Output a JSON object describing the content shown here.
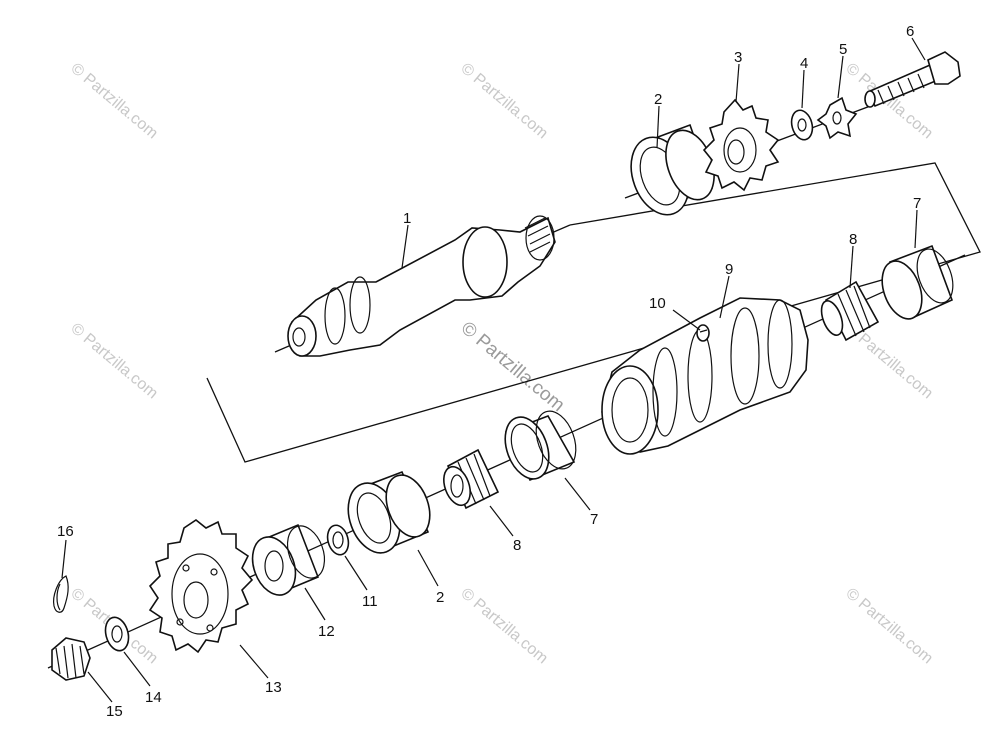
{
  "watermark": {
    "text": "© Partzilla.com",
    "color": "#c8c8c8"
  },
  "callouts": [
    {
      "id": "1",
      "label": "1"
    },
    {
      "id": "2a",
      "label": "2"
    },
    {
      "id": "2b",
      "label": "2"
    },
    {
      "id": "3",
      "label": "3"
    },
    {
      "id": "4",
      "label": "4"
    },
    {
      "id": "5",
      "label": "5"
    },
    {
      "id": "6",
      "label": "6"
    },
    {
      "id": "7a",
      "label": "7"
    },
    {
      "id": "7b",
      "label": "7"
    },
    {
      "id": "8a",
      "label": "8"
    },
    {
      "id": "8b",
      "label": "8"
    },
    {
      "id": "9",
      "label": "9"
    },
    {
      "id": "10",
      "label": "10"
    },
    {
      "id": "11",
      "label": "11"
    },
    {
      "id": "12",
      "label": "12"
    },
    {
      "id": "13",
      "label": "13"
    },
    {
      "id": "14",
      "label": "14"
    },
    {
      "id": "15",
      "label": "15"
    },
    {
      "id": "16",
      "label": "16"
    }
  ],
  "parts": [
    {
      "name": "shaft",
      "icon": "shaft-icon"
    },
    {
      "name": "bearing",
      "icon": "bearing-icon"
    },
    {
      "name": "drive-sprocket",
      "icon": "sprocket-icon"
    },
    {
      "name": "washer",
      "icon": "washer-icon"
    },
    {
      "name": "lock-tab",
      "icon": "lock-tab-icon"
    },
    {
      "name": "bolt",
      "icon": "bolt-icon"
    },
    {
      "name": "bearing-race",
      "icon": "race-icon"
    },
    {
      "name": "tapered-roller-bearing",
      "icon": "tapered-bearing-icon"
    },
    {
      "name": "housing",
      "icon": "housing-icon"
    },
    {
      "name": "grease-fitting",
      "icon": "grease-fitting-icon"
    },
    {
      "name": "spacer",
      "icon": "spacer-icon"
    },
    {
      "name": "driven-sprocket",
      "icon": "sprocket-icon"
    },
    {
      "name": "nut",
      "icon": "nut-icon"
    },
    {
      "name": "cotter-pin",
      "icon": "cotter-pin-icon"
    }
  ]
}
